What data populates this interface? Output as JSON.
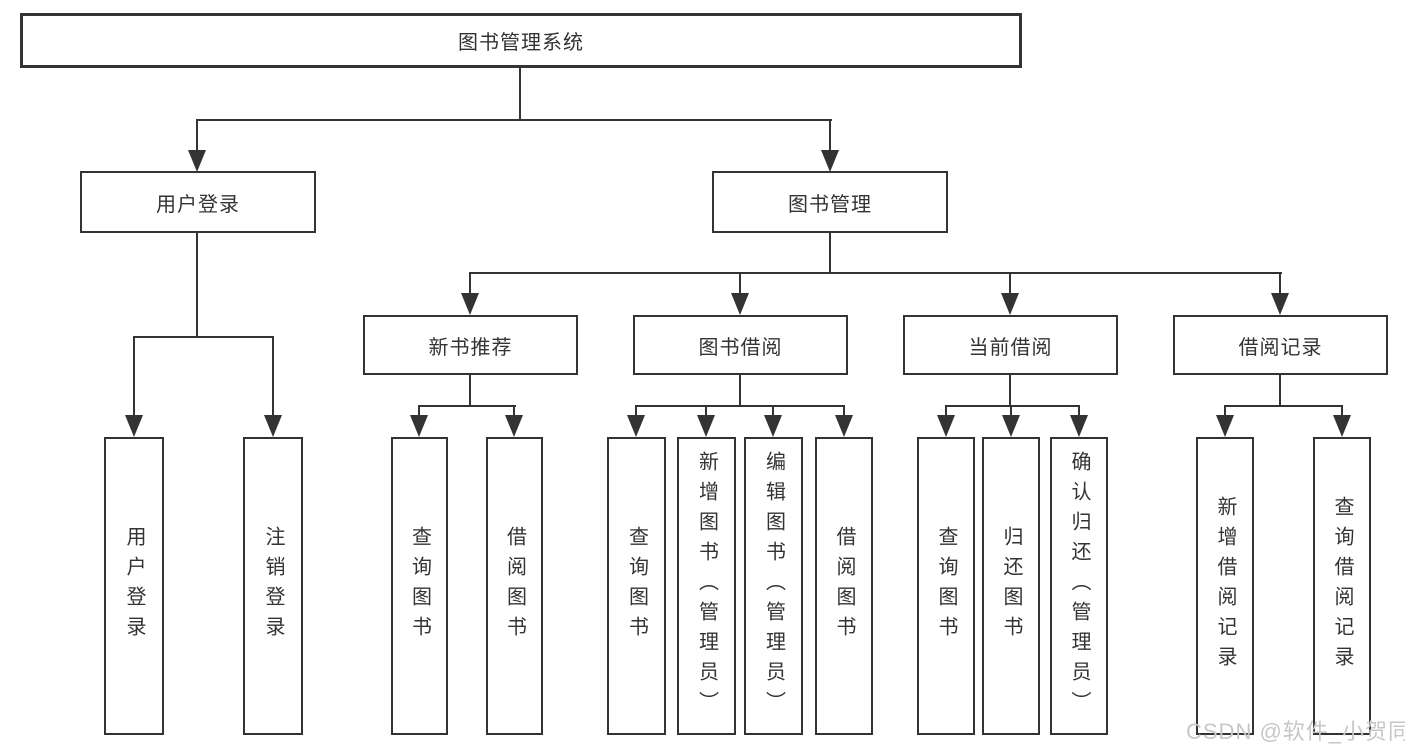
{
  "colors": {
    "line": "#333333",
    "text": "#333333",
    "watermark": "#c7c7c7",
    "background": "#ffffff"
  },
  "watermark": "CSDN @软件_小贺同学",
  "nodes": {
    "system": "图书管理系统",
    "user_login": "用户登录",
    "book_management": "图书管理",
    "new_book_recommend": "新书推荐",
    "book_borrow": "图书借阅",
    "current_borrow": "当前借阅",
    "borrow_records": "借阅记录",
    "leaf_user_login": "用户登录",
    "leaf_logout": "注销登录",
    "recommend_query_books": "查询图书",
    "recommend_borrow_books": "借阅图书",
    "borrow_query_books": "查询图书",
    "borrow_add_books_admin": "新增图书（管理员）",
    "borrow_edit_books_admin": "编辑图书（管理员）",
    "borrow_borrow_books": "借阅图书",
    "current_query_books": "查询图书",
    "current_return_books": "归还图书",
    "current_confirm_return_admin": "确认归还（管理员）",
    "records_add_record": "新增借阅记录",
    "records_query_record": "查询借阅记录"
  }
}
